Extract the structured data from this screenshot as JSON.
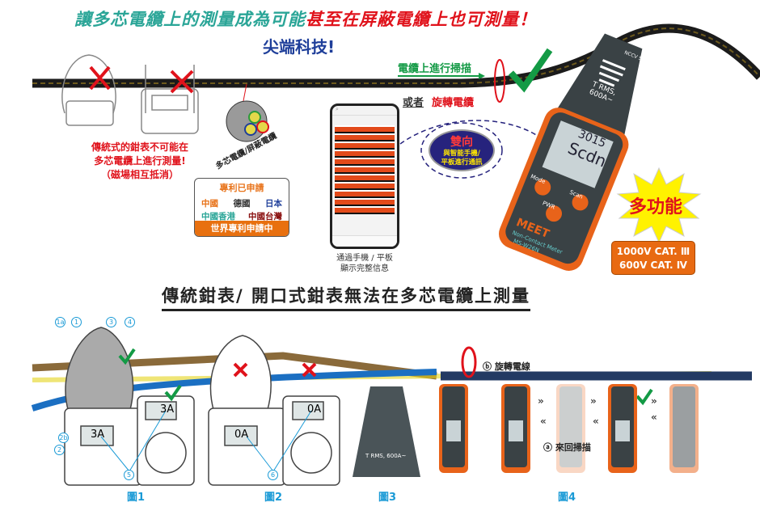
{
  "headline": {
    "part1": "讓多芯電纜上的測量成為可能",
    "part2": "甚至在屏蔽電纜上也可測量！"
  },
  "subtitle": "尖端科技!",
  "scan_label": "電纜上進行掃描",
  "or_label": "或者",
  "rotate_label": "旋轉電纜",
  "warning": {
    "line1": "傳統式的鉗表不可能在",
    "line2": "多芯電纜上進行測量!",
    "line3": "（磁場相互抵消）"
  },
  "cable_label": "多芯電纜/屏蔽電纜",
  "patent": {
    "title": "專利已申請",
    "countries": [
      "中國",
      "德國",
      "日本",
      "中國香港",
      "中國台灣"
    ],
    "footer": "世界專利申請中"
  },
  "phone": {
    "caption1": "通過手機 / 平板",
    "caption2": "顯示完整信息"
  },
  "bidirectional": {
    "title": "雙向",
    "line1": "與智能手機/",
    "line2": "平板進行通訊"
  },
  "meter": {
    "brand": "MEET",
    "model": "MS-W26N",
    "subtitle": "Non-Contact Meter",
    "rating": "T RMS, 600A~",
    "sensor": "NCCV Sensor",
    "display_top": "3015",
    "display_main": "Scdn",
    "buttons": [
      "Mode",
      "Scan",
      "PWR"
    ]
  },
  "multifunction": "多功能",
  "cat": {
    "line1": "1000V CAT. Ⅲ",
    "line2": "600V CAT. Ⅳ"
  },
  "section_heading": "傳統鉗表/ 開口式鉗表無法在多芯電纜上測量",
  "figures": {
    "callouts": [
      "1a",
      "1",
      "3",
      "4",
      "2",
      "2b",
      "5",
      "6"
    ],
    "readings": [
      "3A",
      "3A",
      "0A",
      "0A"
    ],
    "rotate_wire": "ⓑ 旋轉電線",
    "sweep": "ⓐ 來回掃描",
    "labels": [
      "圖1",
      "圖2",
      "圖3",
      "圖4"
    ]
  },
  "colors": {
    "teal": "#2aa597",
    "red": "#e0121b",
    "blue": "#1f3f9a",
    "orange": "#e8700f",
    "green": "#139a45"
  }
}
